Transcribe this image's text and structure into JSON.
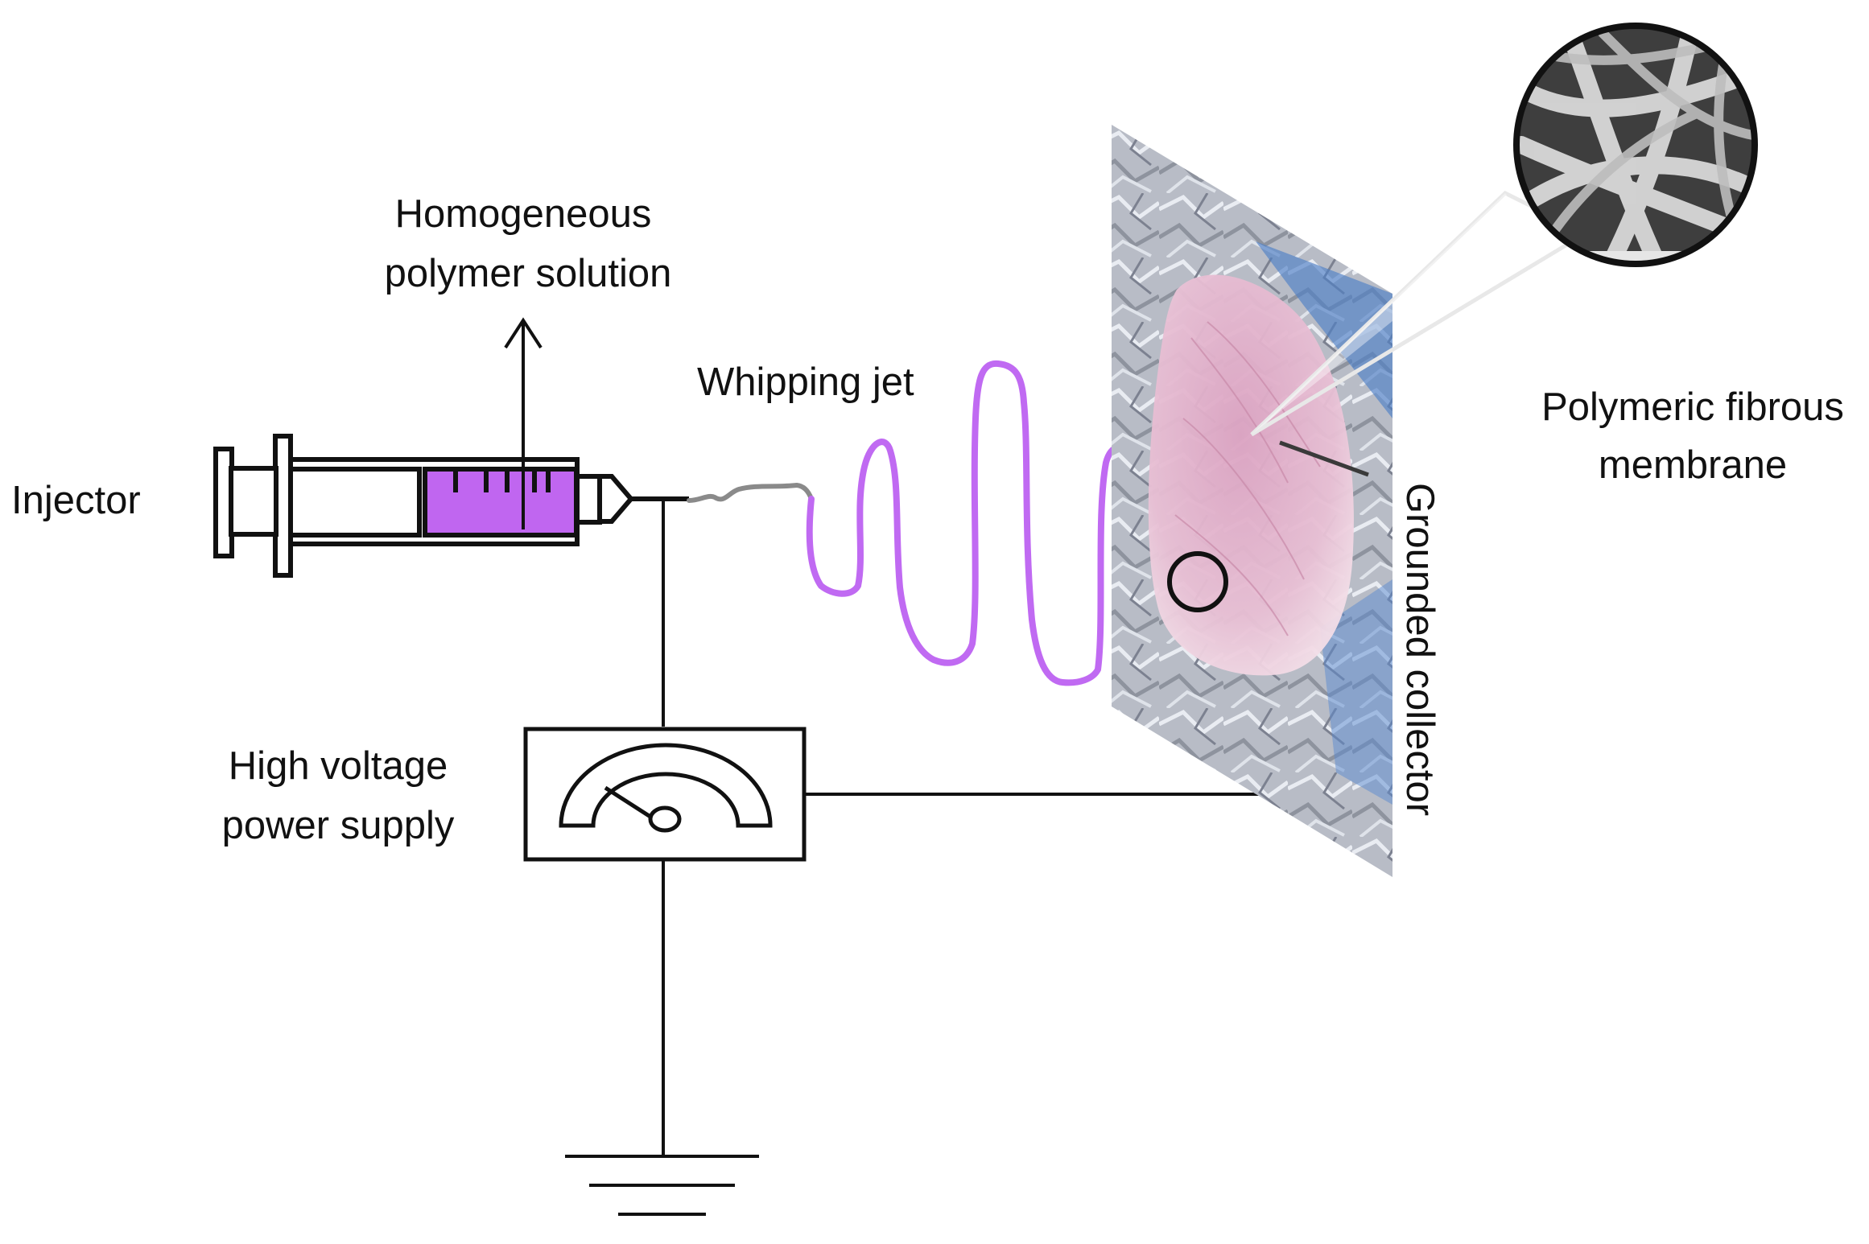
{
  "labels": {
    "injector": "Injector",
    "solution_line1": "Homogeneous",
    "solution_line2": "polymer solution",
    "jet": "Whipping jet",
    "power_line1": "High voltage",
    "power_line2": "power supply",
    "collector": "Grounded collector",
    "membrane_line1": "Polymeric fibrous",
    "membrane_line2": "membrane"
  },
  "colors": {
    "line": "#111111",
    "solution": "#c066f0",
    "jet": "#c06af2",
    "needle_wire": "#8a8a8a",
    "foil": "#b9bcc4",
    "tissue": "#e6b7cf",
    "sem_background": "#4a4a4a",
    "sem_fiber": "#d8d8d8"
  },
  "icons": {
    "meter": "gauge-icon",
    "ground": "ground-symbol-icon",
    "syringe": "syringe-icon"
  }
}
